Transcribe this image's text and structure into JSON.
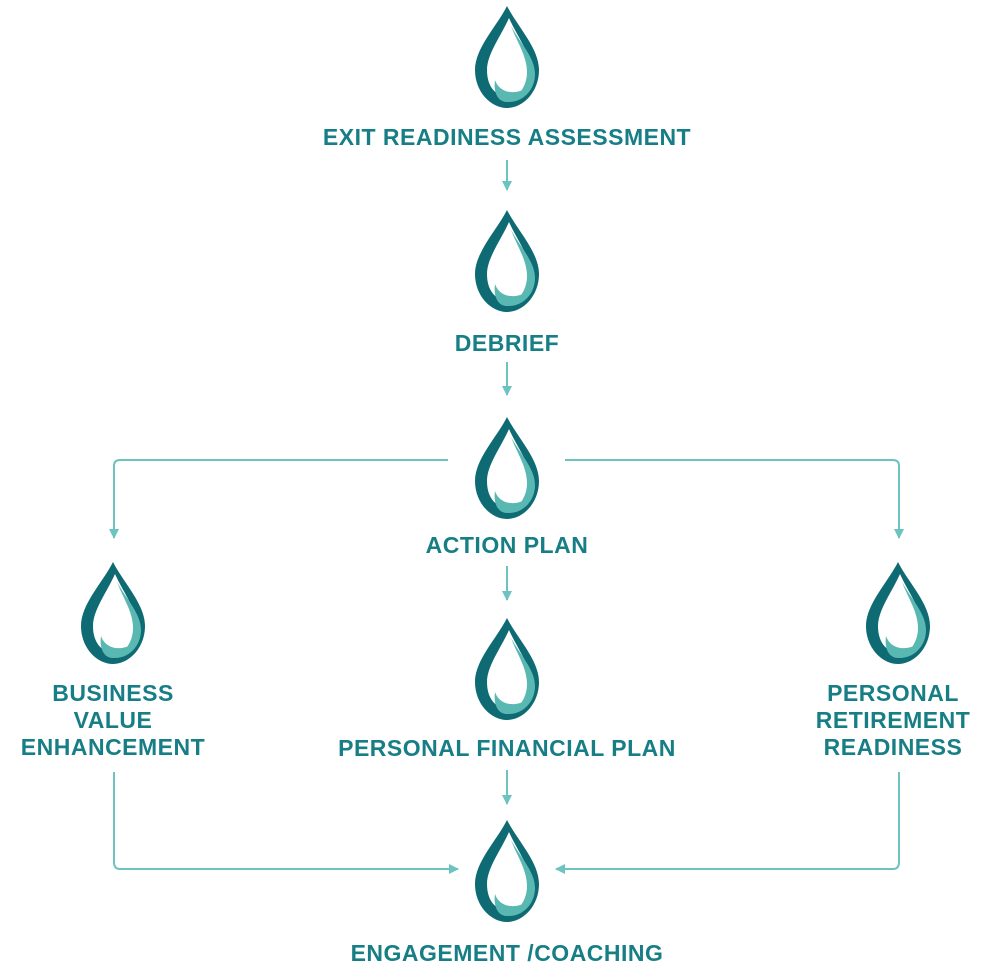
{
  "colors": {
    "label": "#177e86",
    "drop_dark": "#0f6b73",
    "drop_light": "#5ab8b2",
    "connector": "#6cc3bf"
  },
  "icons": {
    "node": "water-drop-icon"
  },
  "nodes": {
    "exit_readiness_assessment": {
      "label": "EXIT READINESS ASSESSMENT"
    },
    "debrief": {
      "label": "DEBRIEF"
    },
    "action_plan": {
      "label": "ACTION PLAN"
    },
    "business_value_enhancement": {
      "lines": [
        "BUSINESS",
        "VALUE",
        "ENHANCEMENT"
      ]
    },
    "personal_financial_plan": {
      "label": "PERSONAL FINANCIAL PLAN"
    },
    "personal_retirement_readiness": {
      "lines": [
        "PERSONAL",
        "RETIREMENT",
        "READINESS"
      ]
    },
    "engagement_coaching": {
      "label": "ENGAGEMENT /COACHING"
    }
  },
  "edges": [
    [
      "exit_readiness_assessment",
      "debrief"
    ],
    [
      "debrief",
      "action_plan"
    ],
    [
      "action_plan",
      "business_value_enhancement"
    ],
    [
      "action_plan",
      "personal_retirement_readiness"
    ],
    [
      "action_plan",
      "personal_financial_plan"
    ],
    [
      "personal_financial_plan",
      "engagement_coaching"
    ],
    [
      "business_value_enhancement",
      "engagement_coaching"
    ],
    [
      "personal_retirement_readiness",
      "engagement_coaching"
    ]
  ]
}
